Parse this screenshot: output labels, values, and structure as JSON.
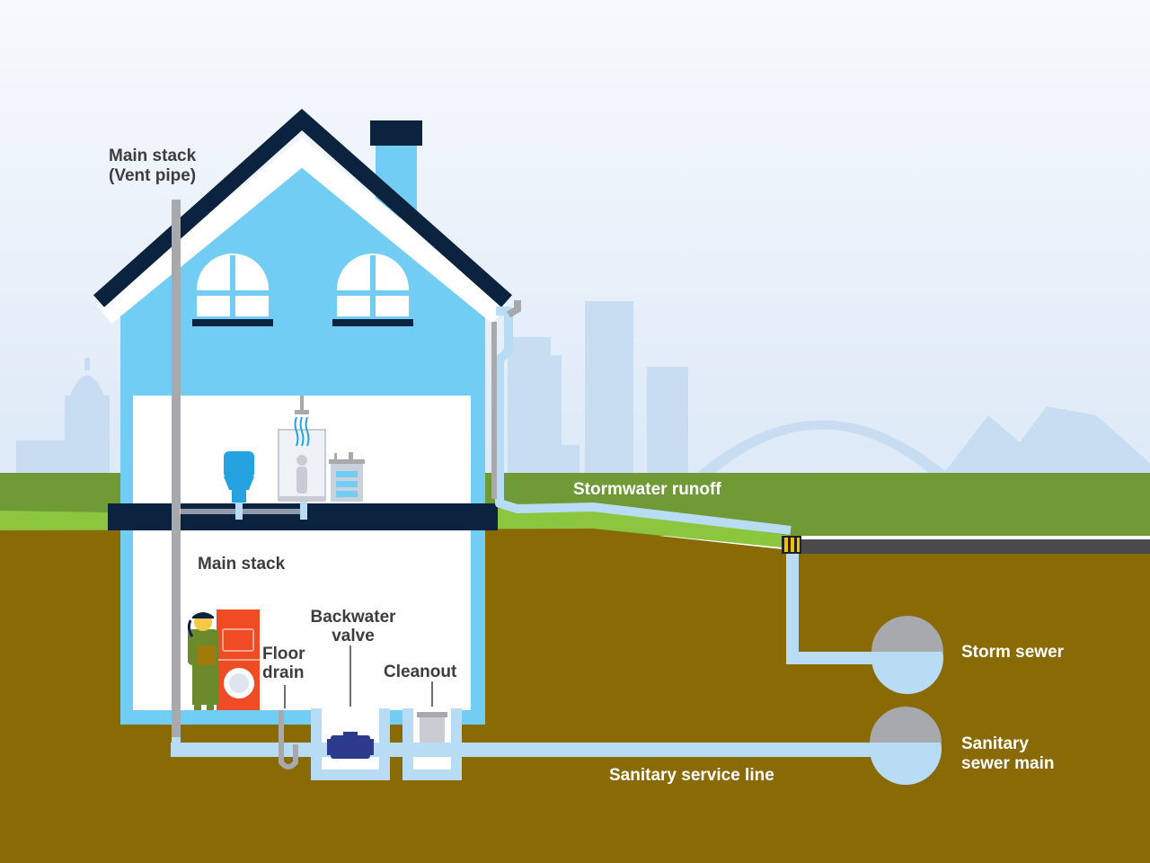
{
  "labels": {
    "main_stack_vent": [
      "Main stack",
      "(Vent pipe)"
    ],
    "main_stack": "Main stack",
    "stormwater_runoff": "Stormwater runoff",
    "storm_sewer": "Storm sewer",
    "backwater_valve": [
      "Backwater",
      "valve"
    ],
    "floor_drain": [
      "Floor",
      "drain"
    ],
    "cleanout": "Cleanout",
    "sanitary_sewer_main": [
      "Sanitary",
      "sewer main"
    ],
    "sanitary_service_line": "Sanitary service line"
  },
  "colors": {
    "sky_top": "#f7f9fd",
    "sky_bottom": "#dde9f7",
    "city": "#c8dcf2",
    "grass": "#6f9a35",
    "soil": "#8a6a05",
    "house_blue": "#72cdf4",
    "roof_navy": "#0c2340",
    "pipe_gray": "#a7a9ac",
    "pipe_blue": "#b8dcf3",
    "road": "#4a4a4c",
    "washer_red": "#ef4b25"
  },
  "icons": [
    "toilet-icon",
    "shower-icon",
    "sink-icon",
    "person-icon",
    "washer-dryer-icon",
    "backwater-valve-icon",
    "cleanout-icon",
    "storm-drain-icon"
  ]
}
